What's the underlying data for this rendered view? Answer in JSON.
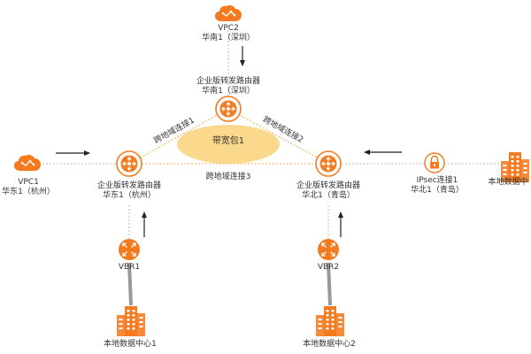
{
  "colors": {
    "accent": "#F47A1F",
    "bandwidth_fill": "#FBD98C",
    "dash_line": "#BBBBBB",
    "vbr_link": "#999999",
    "arrow": "#222222"
  },
  "vpc2": {
    "title": "VPC2",
    "region": "华南1（深圳）",
    "icon": "cloud-icon"
  },
  "vpc1": {
    "title": "VPC1",
    "region": "华东1（杭州）",
    "icon": "cloud-icon"
  },
  "tr_shenzhen": {
    "title": "企业版转发路由器",
    "region": "华南1（深圳）",
    "icon": "router-icon"
  },
  "tr_hangzhou": {
    "title": "企业版转发路由器",
    "region": "华东1（杭州）",
    "icon": "router-icon"
  },
  "tr_qingdao": {
    "title": "企业版转发路由器",
    "region": "华北1（青岛）",
    "icon": "router-icon"
  },
  "bandwidth_package": {
    "label": "带宽包1"
  },
  "cross_region": {
    "link1": "跨地域连接1",
    "link2": "跨地域连接2",
    "link3": "跨地域连接3"
  },
  "vbr1": {
    "label": "VBR1",
    "icon": "vbr-icon"
  },
  "vbr2": {
    "label": "VBR2",
    "icon": "vbr-icon"
  },
  "ipsec": {
    "title": "IPsec连接1",
    "region": "华北1（青岛）",
    "icon": "lock-icon"
  },
  "idc1": {
    "label": "本地数据中心1",
    "icon": "building-icon"
  },
  "idc2": {
    "label": "本地数据中心2",
    "icon": "building-icon"
  },
  "idc3": {
    "label": "本地数据中",
    "icon": "building-icon"
  }
}
